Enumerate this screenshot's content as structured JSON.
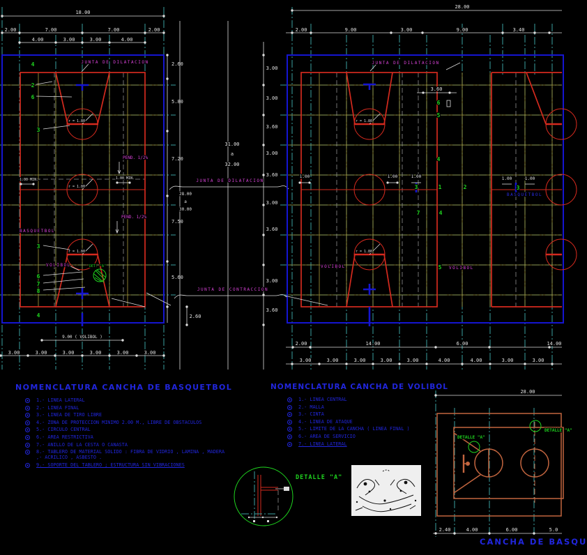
{
  "colors": {
    "background": "#000000",
    "court_red": "#d42a1e",
    "grid_blue": "#1515d0",
    "grid_cyan": "#3a9f9f",
    "grid_yellow": "#ab9b3e",
    "dim_white": "#dcdcdc",
    "label_magenta": "#d843d8",
    "label_green": "#1fd41f",
    "text_blue": "#2126dd",
    "court_orange": "#c3653f"
  },
  "dims_top_left": {
    "total": "18.00",
    "row2": [
      "2.00",
      "7.00",
      "7.00",
      "2.00"
    ],
    "row3": [
      "4.00",
      "3.00",
      "3.00",
      "4.00"
    ]
  },
  "dims_top_right": {
    "total": "28.00",
    "row": [
      "2.00",
      "9.00",
      "3.00",
      "9.00",
      "3.40"
    ]
  },
  "left_plan": {
    "junta_dilatacion": "JUNTA DE DILATACION",
    "basquetbol": "BASQUETBOL",
    "volibol": "VOLIBOL",
    "det_a": "DET. \"A\"",
    "pend": "PEND. 1/2%",
    "min_dim": "1.00 MIN.",
    "radius": "r = 1.80",
    "nums": [
      "4",
      "2",
      "6",
      "3",
      "3",
      "6",
      "7",
      "8",
      "4"
    ],
    "right_col": [
      "2.60",
      "5.80",
      "7.20",
      "7.50",
      "5.60"
    ],
    "bottom_gap": "2.60",
    "volibol_dim": "9.00 ( VOLIBOL )",
    "bottom_row": [
      "3.00",
      "3.00",
      "3.00",
      "3.00",
      "3.00",
      "3.00"
    ]
  },
  "middle": {
    "junta_dilatacion": "JUNTA DE DILATACION",
    "junta_contraccion": "JUNTA DE CONTRACCION",
    "upper": [
      "31.00",
      "a",
      "32.00"
    ],
    "lower": [
      "28.00",
      "a",
      "30.00"
    ],
    "col": [
      "3.00",
      "3.00",
      "3.60",
      "3.00",
      "3.60",
      "3.00",
      "3.60",
      "3.00",
      "3.60"
    ]
  },
  "right_plan": {
    "junta_dilatacion": "JUNTA DE DILATACION",
    "dim_360": "3.60",
    "dim_100": "1.00",
    "volibol": "VOLIBOL",
    "basquetbol": "BASQUETBOL",
    "radius": "r = 1.80",
    "nums": [
      "6",
      "5",
      "4",
      "3",
      "1",
      "2",
      "3",
      "7",
      "4",
      "5"
    ],
    "bottom_row1": [
      "2.00",
      "14.00",
      "6.00",
      "14.00"
    ],
    "bottom_row2": [
      "3.00",
      "3.00",
      "3.00",
      "3.00",
      "3.00",
      "4.00",
      "4.00",
      "3.00",
      "3.00"
    ]
  },
  "nomenclatura_basquetbol": {
    "title": "NOMENCLATURA CANCHA DE BASQUETBOL",
    "items": [
      "1.- LINEA LATERAL",
      "2.- LINEA FINAL",
      "3.- LINEA DE TIRO LIBRE",
      "4.- ZONA DE PROTECCION MINIMO 2.00 M., LIBRE DE OBSTACULOS",
      "5.- CIRCULO CENTRAL",
      "6.- AREA RESTRICTIVA",
      "7.- ANILLO DE LA CESTA O CANASTA",
      "8.- TABLERO DE MATERIAL SOLIDO : FIBRA DE VIDRIO , LAMINA , MADERA ,- ACRILICO , ASBESTO .",
      "9.- SOPORTE DEL TABLERO ; ESTRUCTURA SIN VIBRACIONES"
    ]
  },
  "nomenclatura_volibol": {
    "title": "NOMENCLATURA CANCHA DE VOLIBOL",
    "items": [
      "1.- LINEA CENTRAL",
      "2.- MALLA",
      "3.- CINTA",
      "4.- LINEA DE ATAQUE",
      "5.- LIMITE DE LA CANCHA ( LINEA FINAL )",
      "6.- AREA DE SERVICIO",
      "7.- LINEA LATERAL"
    ]
  },
  "detalle": {
    "label": "DETALLE \"A\""
  },
  "small_plan": {
    "top_total": "28.00",
    "detalle": "DETALLE \"A\"",
    "bottom_row": [
      "2.40",
      "4.00",
      "6.00",
      "5.0"
    ],
    "title": "CANCHA DE BASQU"
  }
}
